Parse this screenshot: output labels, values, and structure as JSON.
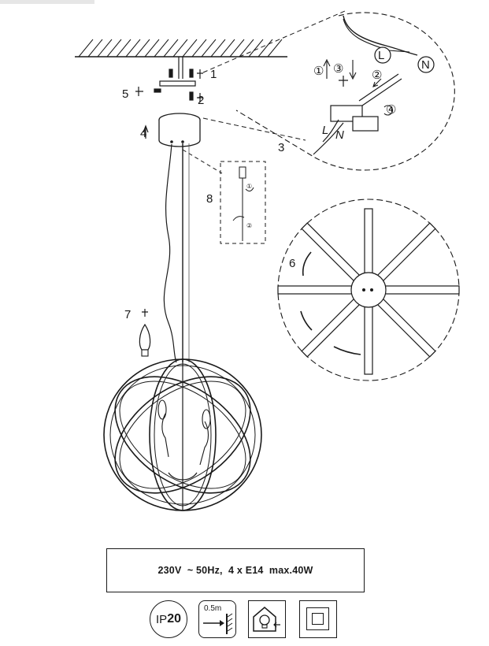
{
  "callouts": {
    "c1": "1",
    "c2": "2",
    "c3": "3",
    "c4": "4",
    "c5": "5",
    "c6": "6",
    "c7": "7",
    "c8": "8"
  },
  "wire_labels": {
    "live": "L",
    "neutral": "N",
    "live_terminal": "L",
    "neutral_terminal": "N"
  },
  "detail_steps": {
    "s1": "①",
    "s2": "②",
    "s3": "③",
    "s4": "④"
  },
  "detail_8_steps": {
    "s1": "①",
    "s2": "②"
  },
  "spec": {
    "voltage": "230V",
    "frequency": "~ 50Hz,",
    "bulbs": "4 x E14",
    "max_power": "max.40W"
  },
  "symbols": {
    "ip_prefix": "IP",
    "ip_rating": "20",
    "min_distance": "0.5m",
    "icon_names": [
      "ip20-badge",
      "min-distance-icon",
      "indoor-use-icon",
      "class-ii-icon"
    ]
  },
  "colors": {
    "line": "#1a1a1a",
    "gray": "#8a8a8a",
    "light_gray": "#d0d0d0"
  }
}
